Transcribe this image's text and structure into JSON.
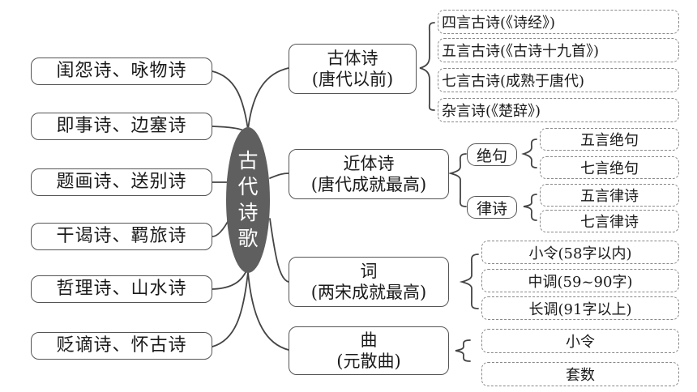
{
  "center": {
    "chars": [
      "古",
      "代",
      "诗",
      "歌"
    ]
  },
  "left_items": [
    "闺怨诗、咏物诗",
    "即事诗、边塞诗",
    "题画诗、送别诗",
    "干谒诗、羁旅诗",
    "哲理诗、山水诗",
    "贬谪诗、怀古诗"
  ],
  "categories": [
    {
      "line1": "古体诗",
      "line2": "(唐代以前)",
      "items": [
        "四言古诗(《诗经》)",
        "五言古诗(《古诗十九首》)",
        "七言古诗(成熟于唐代)",
        "杂言诗(《楚辞》)"
      ]
    },
    {
      "line1": "近体诗",
      "line2": "(唐代成就最高)",
      "groups": [
        {
          "label": "绝句",
          "items": [
            "五言绝句",
            "七言绝句"
          ]
        },
        {
          "label": "律诗",
          "items": [
            "五言律诗",
            "七言律诗"
          ]
        }
      ]
    },
    {
      "line1": "词",
      "line2": "(两宋成就最高)",
      "items": [
        "小令(58字以内)",
        "中调(59~90字)",
        "长调(91字以上)"
      ]
    },
    {
      "line1": "曲",
      "line2": "(元散曲)",
      "items": [
        "小令",
        "套数"
      ]
    }
  ]
}
